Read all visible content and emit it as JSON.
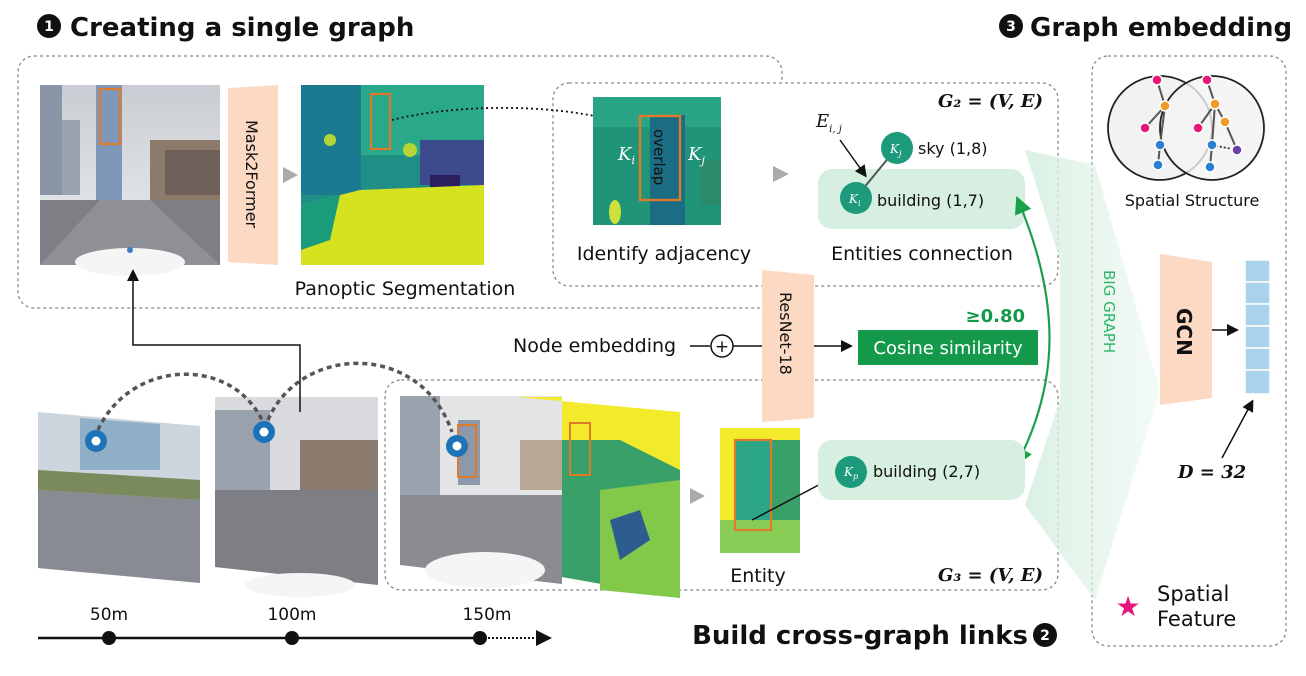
{
  "section1": {
    "num": "1",
    "title": "Creating a single graph"
  },
  "section2": {
    "num": "2",
    "title": "Build cross-graph links"
  },
  "section3": {
    "num": "3",
    "title": "Graph embedding"
  },
  "labels": {
    "mask2former": "Mask2Former",
    "panoptic": "Panoptic Segmentation",
    "identify": "Identify adjacency",
    "overlap": "overlap",
    "ki": "K",
    "ki_sub": "i",
    "kj": "K",
    "kj_sub": "j",
    "entities_connection": "Entities connection",
    "g2": "G₂ = (V, E)",
    "g3": "G₃ = (V, E)",
    "eij": "E",
    "eij_sub": "i, j",
    "sky_node": "sky (1,8)",
    "building1_node": "building (1,7)",
    "building2_node": "building (2,7)",
    "kp": "K",
    "kp_sub": "p",
    "resnet": "ResNet-18",
    "node_embedding": "Node embedding",
    "plus": "+",
    "threshold": "≥0.80",
    "cosine": "Cosine similarity",
    "entity": "Entity",
    "big_graph": "BIG GRAPH",
    "gcn": "GCN",
    "spatial_structure": "Spatial Structure",
    "d32": "D = 32",
    "spatial_feature_line1": "Spatial",
    "spatial_feature_line2": "Feature",
    "star": "★"
  },
  "timeline": [
    "50m",
    "100m",
    "150m"
  ],
  "colors": {
    "peach": "#fbd9c2",
    "mint": "#d6efe1",
    "teal_node": "#1d9a7c",
    "green_bar": "#14994a",
    "green_arrow": "#19a14a",
    "blue_pin": "#1d72b8",
    "orange_box": "#e07a2b",
    "vector_blue": "#a9d3ec",
    "star_pink": "#e6177b"
  }
}
